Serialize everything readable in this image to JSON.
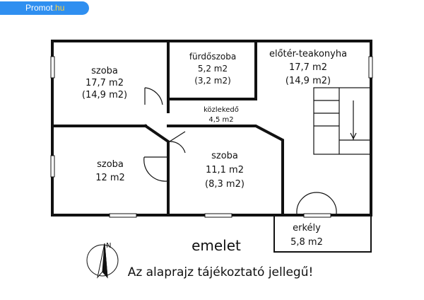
{
  "watermark": {
    "brand": "Promot",
    "tld": ".hu"
  },
  "rooms": [
    {
      "name": "szoba",
      "area": "17,7 m2",
      "sub": "(14,9 m2)"
    },
    {
      "name": "fürdőszoba",
      "area": "5,2 m2",
      "sub": "(3,2 m2)"
    },
    {
      "name": "előtér-teakonyha",
      "area": "17,7 m2",
      "sub": "(14,9 m2)"
    },
    {
      "name": "közlekedő",
      "area": "4,5 m2"
    },
    {
      "name": "szoba",
      "area": "12 m2"
    },
    {
      "name": "szoba",
      "area": "11,1 m2",
      "sub": "(8,3 m2)"
    },
    {
      "name": "erkély",
      "area": "5,8 m2"
    }
  ],
  "floor_title": "emelet",
  "disclaimer": "Az alaprajz tájékoztató jellegű!",
  "compass": {
    "letter": "N"
  },
  "colors": {
    "badge": "#2f8ff0",
    "badge_tld": "#ffd23c",
    "wall": "#111111"
  }
}
